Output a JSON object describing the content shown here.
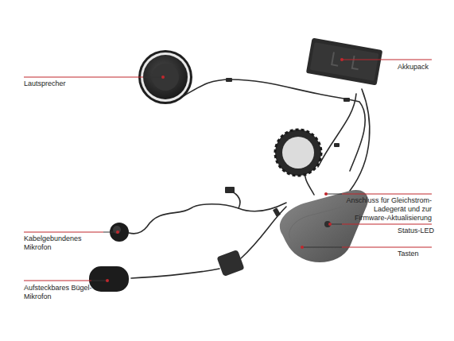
{
  "diagram": {
    "labels": [
      "Lautsprecher",
      "Akkupack",
      "Anschluss für Gleichstrom-Ladegerät und zur Firmware-Aktualisierung",
      "Status-LED",
      "Tasten",
      "Kabelgebundenes Mikrofon",
      "Aufsteckbares Bügel-Mikrofon"
    ]
  }
}
